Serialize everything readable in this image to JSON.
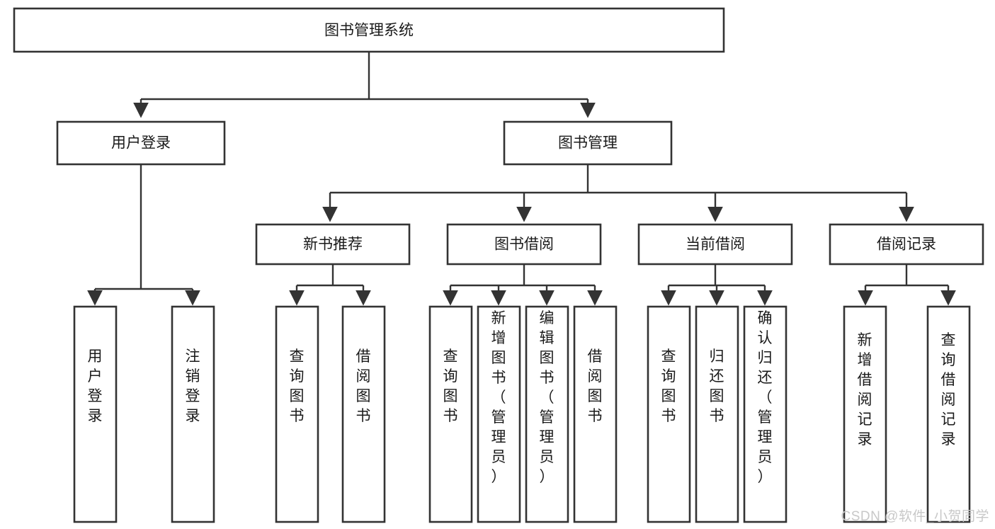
{
  "diagram": {
    "type": "tree",
    "title": "图书管理系统",
    "watermark": "CSDN @软件_小贺同学",
    "colors": {
      "box_stroke": "#333333",
      "box_fill": "#ffffff",
      "text": "#1a1a1a",
      "background": "#ffffff",
      "watermark": "#c8c8c8"
    },
    "levels": {
      "root": {
        "label": "图书管理系统"
      },
      "level2": [
        {
          "label": "用户登录"
        },
        {
          "label": "图书管理"
        }
      ],
      "level3": [
        {
          "label": "新书推荐"
        },
        {
          "label": "图书借阅"
        },
        {
          "label": "当前借阅"
        },
        {
          "label": "借阅记录"
        }
      ],
      "leaves": [
        {
          "label": "用户登录",
          "parent": "用户登录"
        },
        {
          "label": "注销登录",
          "parent": "用户登录"
        },
        {
          "label": "查询图书",
          "parent": "新书推荐"
        },
        {
          "label": "借阅图书",
          "parent": "新书推荐"
        },
        {
          "label": "查询图书",
          "parent": "图书借阅"
        },
        {
          "label": "新增图书（管理员）",
          "parent": "图书借阅"
        },
        {
          "label": "编辑图书（管理员）",
          "parent": "图书借阅"
        },
        {
          "label": "借阅图书",
          "parent": "图书借阅"
        },
        {
          "label": "查询图书",
          "parent": "当前借阅"
        },
        {
          "label": "归还图书",
          "parent": "当前借阅"
        },
        {
          "label": "确认归还（管理员）",
          "parent": "当前借阅"
        },
        {
          "label": "新增借阅记录",
          "parent": "借阅记录"
        },
        {
          "label": "查询借阅记录",
          "parent": "借阅记录"
        }
      ]
    }
  }
}
